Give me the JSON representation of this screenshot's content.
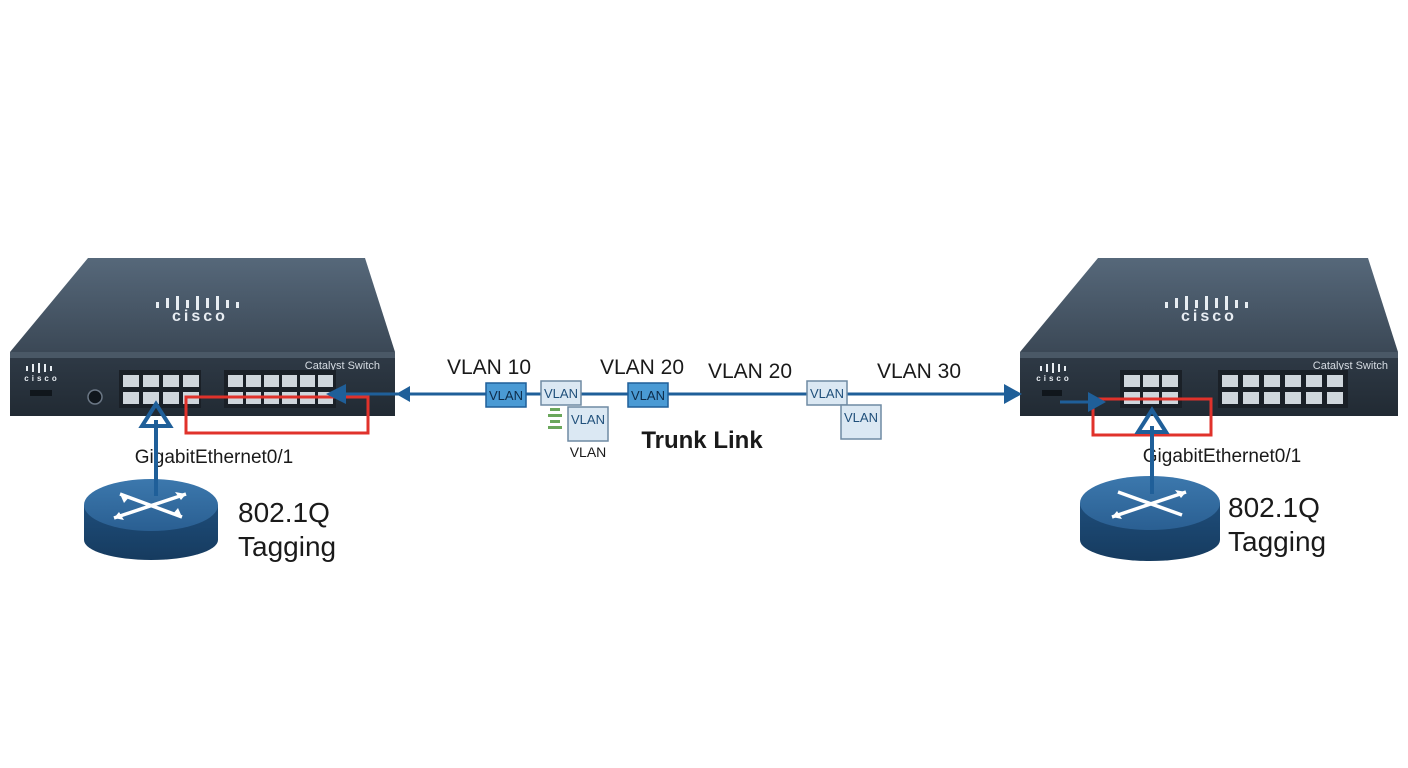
{
  "switches": [
    {
      "brand": "cisco",
      "model": "Catalyst Switch",
      "port_label": "GigabitEthernet0/1",
      "router_label_line1": "802.1Q",
      "router_label_line2": "Tagging"
    },
    {
      "brand": "cisco",
      "model": "Catalyst Switch",
      "port_label": "GigabitEthernet0/1",
      "router_label_line1": "802.1Q",
      "router_label_line2": "Tagging"
    }
  ],
  "trunk": {
    "label": "Trunk Link",
    "vlan_labels": [
      "VLAN 10",
      "VLAN 20",
      "VLAN 20",
      "VLAN 30"
    ],
    "tags": [
      "VLAN",
      "VLAN",
      "VLAN",
      "VLAN",
      "VLAN",
      "VLAN"
    ],
    "loose_tag_caption": "VLAN"
  },
  "colors": {
    "link": "#1f5f99",
    "highlight": "#e0322b",
    "switch_body": "#3c4a58",
    "router": "#1f4f7a",
    "tag_dark": "#4a9ad4",
    "tag_light": "#dbe8f3"
  },
  "icons": [
    "switch-icon",
    "router-icon",
    "vlan-tag-icon",
    "arrow-icon"
  ]
}
